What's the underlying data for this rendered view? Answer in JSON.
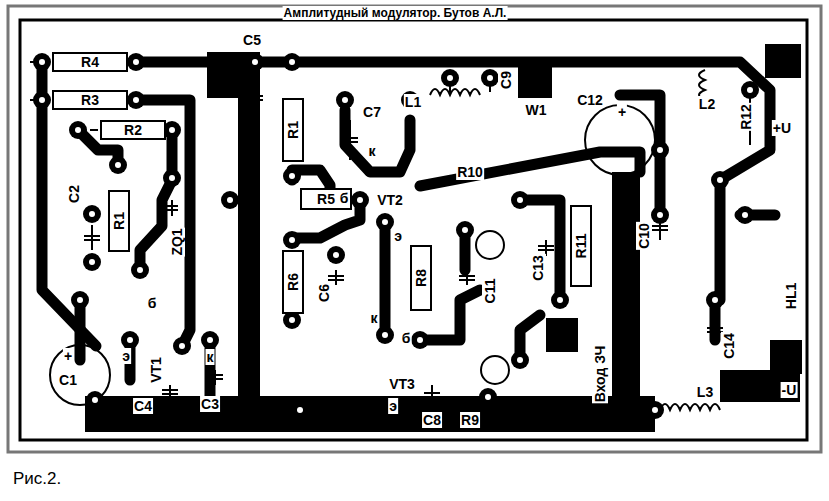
{
  "diagram": {
    "title": "Амплитудный модулятор.  Бутов А.Л.",
    "caption": "Рис.2.",
    "nodes": [
      {
        "text": [
          "R4"
        ]
      },
      {
        "text": [
          "R3"
        ]
      },
      {
        "text": [
          "R1"
        ]
      },
      {
        "text": [
          "R2"
        ]
      },
      {
        "text": [
          "R5"
        ]
      },
      {
        "text": [
          "R1"
        ]
      },
      {
        "text": [
          "R11"
        ]
      },
      {
        "text": [
          "R6"
        ]
      },
      {
        "text": [
          "R8"
        ]
      }
    ],
    "labels": [
      "C5",
      "C7",
      "L1",
      "C9",
      "W1",
      "C12",
      "+",
      "L2",
      "+U",
      "к",
      "б",
      "VT2",
      "R10",
      "R12",
      "C2",
      "ZQ1",
      "э",
      "C6",
      "C11",
      "C13",
      "C10",
      "HL1",
      "б",
      "к",
      "б",
      "C14",
      "+",
      "э",
      "к",
      "Вход ЗЧ",
      "-U",
      "C1",
      "VT1",
      "VT3",
      "C4",
      "C3",
      "э",
      "C8",
      "R9",
      "L3"
    ]
  }
}
